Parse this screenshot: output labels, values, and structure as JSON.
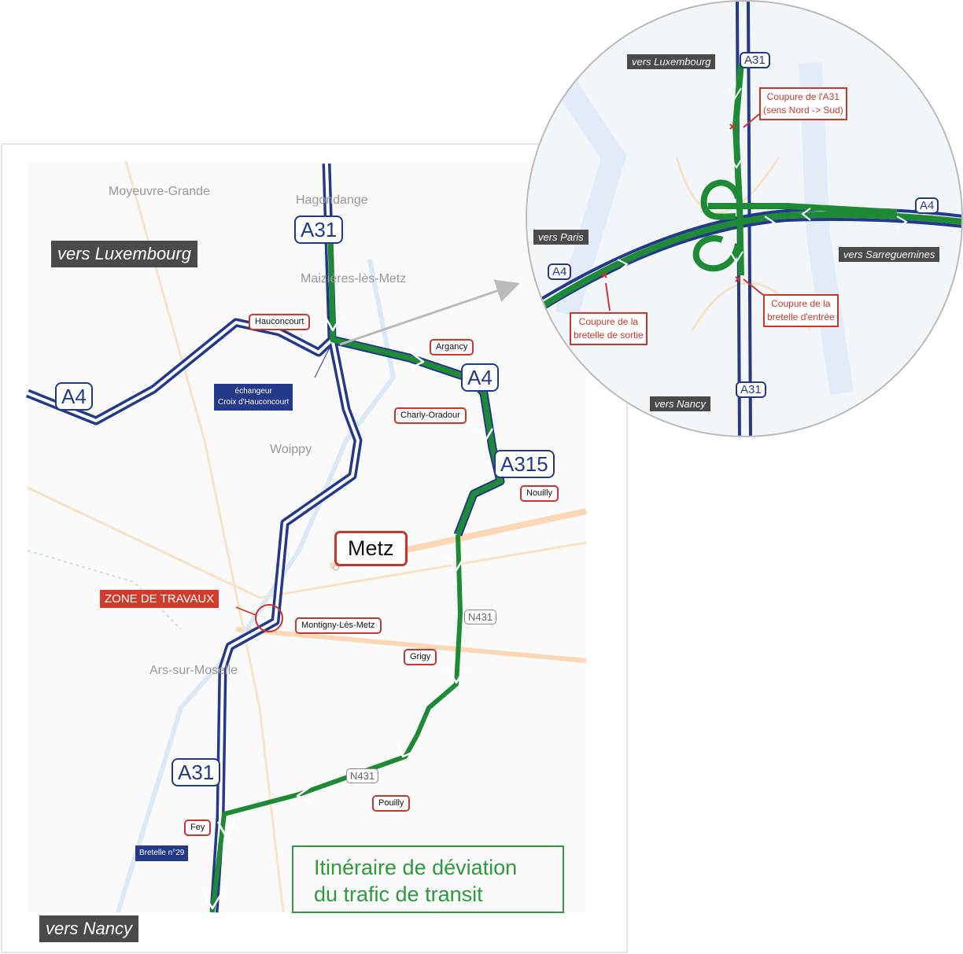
{
  "colors": {
    "motorway": "#233a8b",
    "detour": "#1e8a35",
    "works": "#c8372d"
  },
  "main_map": {
    "shields": {
      "a31_north": "A31",
      "a4_west": "A4",
      "a4_east": "A4",
      "a315": "A315",
      "a31_south": "A31"
    },
    "directions": {
      "luxembourg": "vers Luxembourg",
      "nancy": "vers Nancy"
    },
    "places": {
      "moyeuvre": "Moyeuvre-Grande",
      "hagondange": "Hagondange",
      "maizieres": "Maizières-lès-Metz",
      "woippy": "Woippy",
      "ars": "Ars-sur-Moselle"
    },
    "towns": {
      "hauconcourt": "Hauconcourt",
      "argancy": "Argancy",
      "charly": "Charly-Oradour",
      "nouilly": "Nouilly",
      "metz": "Metz",
      "montigny": "Montigny-Lès-Metz",
      "grigy": "Grigy",
      "pouilly": "Pouilly",
      "fey": "Fey"
    },
    "interchange": {
      "line1": "échangeur",
      "line2": "Croix d'Hauconcourt"
    },
    "bretelle": "Bretelle n°29",
    "works_zone": "ZONE DE TRAVAUX",
    "n431_a": "N431",
    "n431_b": "N431",
    "legend": {
      "line1": "Itinéraire de déviation",
      "line2": "du trafic de transit"
    }
  },
  "inset": {
    "shields": {
      "a31_north": "A31",
      "a31_south": "A31",
      "a4_east": "A4",
      "a4_west": "A4"
    },
    "directions": {
      "luxembourg": "vers Luxembourg",
      "paris": "vers Paris",
      "sarreguemines": "vers Sarreguemines",
      "nancy": "vers Nancy"
    },
    "cuts": {
      "a31": {
        "line1": "Coupure de l'A31",
        "line2": "(sens Nord -> Sud)"
      },
      "exit": {
        "line1": "Coupure de la",
        "line2": "bretelle de sortie"
      },
      "entry": {
        "line1": "Coupure de la",
        "line2": "bretelle d'entrée"
      }
    }
  }
}
